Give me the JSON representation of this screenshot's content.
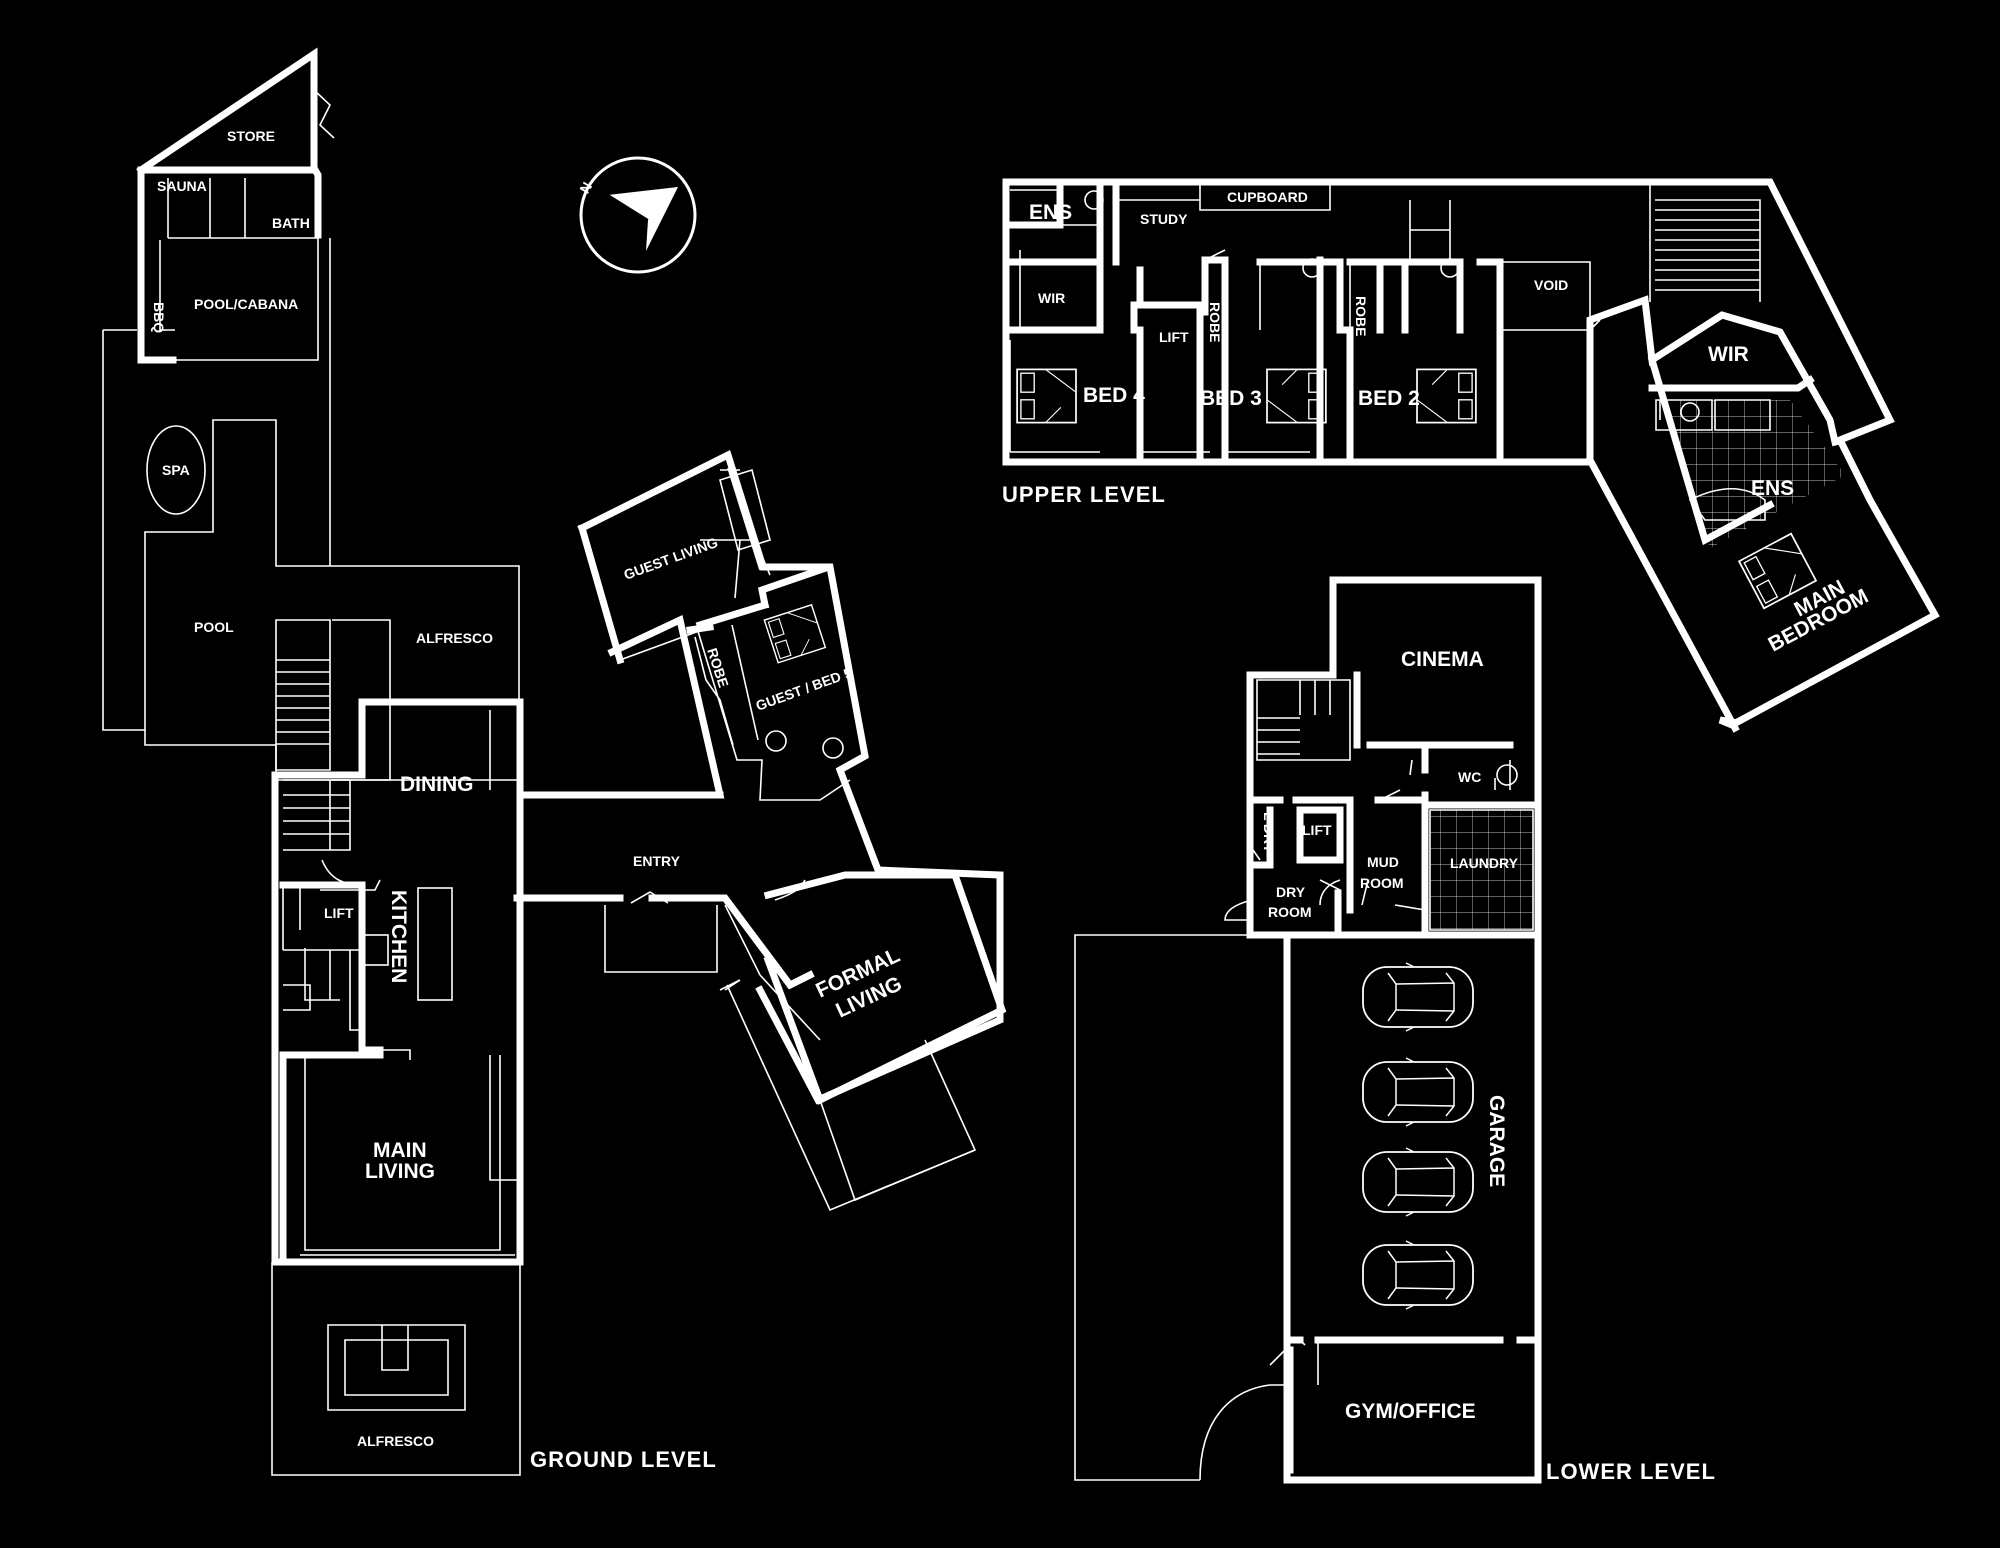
{
  "levels": {
    "ground": "GROUND LEVEL",
    "upper": "UPPER LEVEL",
    "lower": "LOWER LEVEL"
  },
  "compass": {
    "north": "N"
  },
  "rooms": {
    "store": "STORE",
    "sauna": "SAUNA",
    "bath": "BATH",
    "pool_cabana": "POOL/CABANA",
    "bbq": "BBQ",
    "spa": "SPA",
    "pool": "POOL",
    "alfresco_top": "ALFRESCO",
    "dining": "DINING",
    "lift_ground": "LIFT",
    "kitchen": "KITCHEN",
    "main_living_1": "MAIN",
    "main_living_2": "LIVING",
    "alfresco_bottom": "ALFRESCO",
    "entry": "ENTRY",
    "guest_living": "GUEST LIVING",
    "robe_guest": "ROBE",
    "guest_bed5": "GUEST / BED 5",
    "formal_living_1": "FORMAL",
    "formal_living_2": "LIVING",
    "ens_upper": "ENS",
    "cupboard": "CUPBOARD",
    "study": "STUDY",
    "wir_upper": "WIR",
    "lift_upper": "LIFT",
    "robe_bed3": "ROBE",
    "robe_bed2": "ROBE",
    "void": "VOID",
    "bed4": "BED 4",
    "bed3": "BED 3",
    "bed2": "BED 2",
    "wir_main": "WIR",
    "ens_main": "ENS",
    "main_bedroom_1": "MAIN",
    "main_bedroom_2": "BEDROOM",
    "cinema": "CINEMA",
    "wc": "WC",
    "ldry": "L'DRY",
    "lift_lower": "LIFT",
    "laundry": "LAUNDRY",
    "mud_room_1": "MUD",
    "mud_room_2": "ROOM",
    "dry_room_1": "DRY",
    "dry_room_2": "ROOM",
    "garage": "GARAGE",
    "gym_office": "GYM/OFFICE"
  }
}
